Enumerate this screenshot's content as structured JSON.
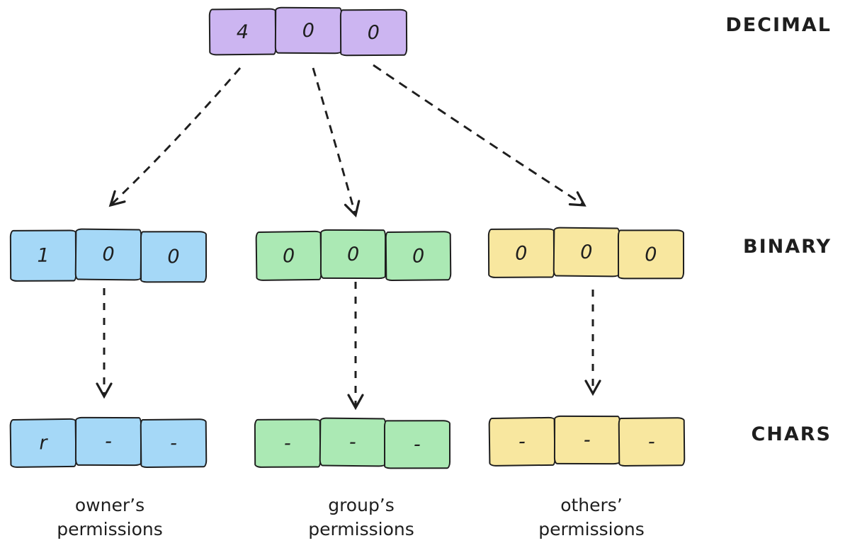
{
  "colors": {
    "outline": "#1e1e1e",
    "background": "#ffffff",
    "decimal": "#ccb5f1",
    "owner": "#a5d8f7",
    "group": "#abe9b4",
    "others": "#f8e79f"
  },
  "side_labels": {
    "decimal": "DECIMAL",
    "binary": "BINARY",
    "chars": "CHARS"
  },
  "decimal_row": {
    "cells": [
      "4",
      "0",
      "0"
    ]
  },
  "groups": [
    {
      "name": "owner",
      "binary": [
        "1",
        "0",
        "0"
      ],
      "chars": [
        "r",
        "-",
        "-"
      ],
      "caption_line1": "owner’s",
      "caption_line2": "permissions"
    },
    {
      "name": "group",
      "binary": [
        "0",
        "0",
        "0"
      ],
      "chars": [
        "-",
        "-",
        "-"
      ],
      "caption_line1": "group’s",
      "caption_line2": "permissions"
    },
    {
      "name": "others",
      "binary": [
        "0",
        "0",
        "0"
      ],
      "chars": [
        "-",
        "-",
        "-"
      ],
      "caption_line1": "others’",
      "caption_line2": "permissions"
    }
  ]
}
